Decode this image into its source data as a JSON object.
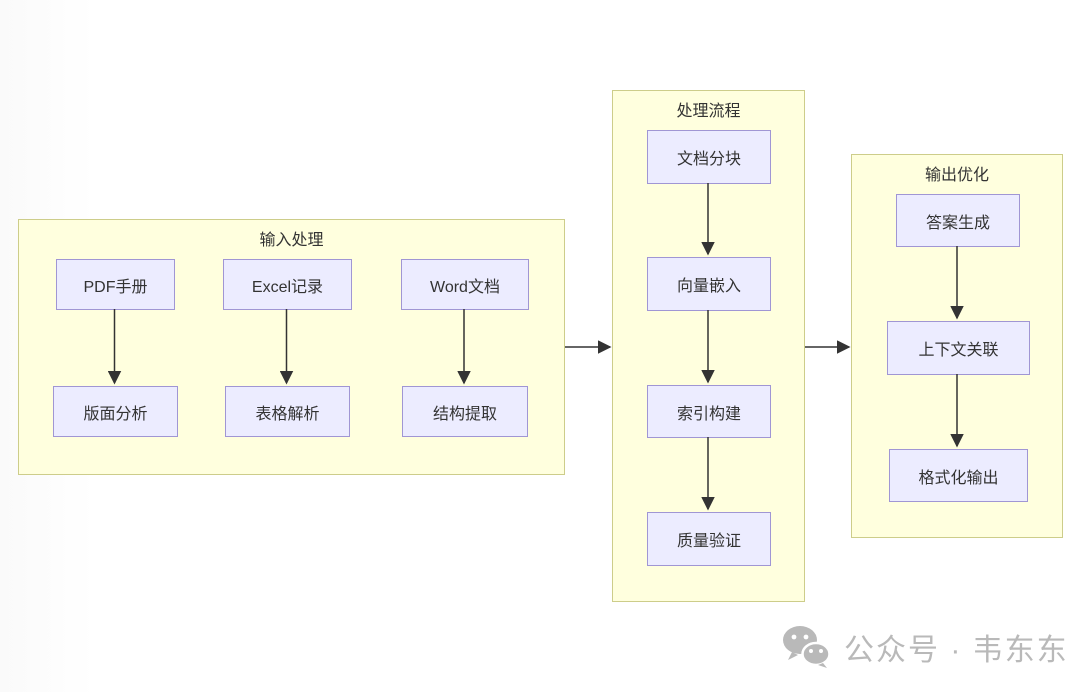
{
  "diagram": {
    "groups": {
      "input": {
        "title": "输入处理",
        "nodes": {
          "pdf": "PDF手册",
          "excel": "Excel记录",
          "word": "Word文档",
          "layout": "版面分析",
          "table": "表格解析",
          "structure": "结构提取"
        }
      },
      "process": {
        "title": "处理流程",
        "nodes": {
          "chunk": "文档分块",
          "embed": "向量嵌入",
          "index": "索引构建",
          "verify": "质量验证"
        }
      },
      "output": {
        "title": "输出优化",
        "nodes": {
          "answer": "答案生成",
          "context": "上下文关联",
          "format": "格式化输出"
        }
      }
    },
    "colors": {
      "group_fill": "#ffffde",
      "group_border": "#cdcd8a",
      "node_fill": "#ececff",
      "node_border": "#a096d4",
      "arrow": "#333333",
      "text": "#333333",
      "watermark": "#b9b9b9"
    }
  },
  "watermark": {
    "icon": "wechat-icon",
    "text": "公众号 · 韦东东"
  }
}
